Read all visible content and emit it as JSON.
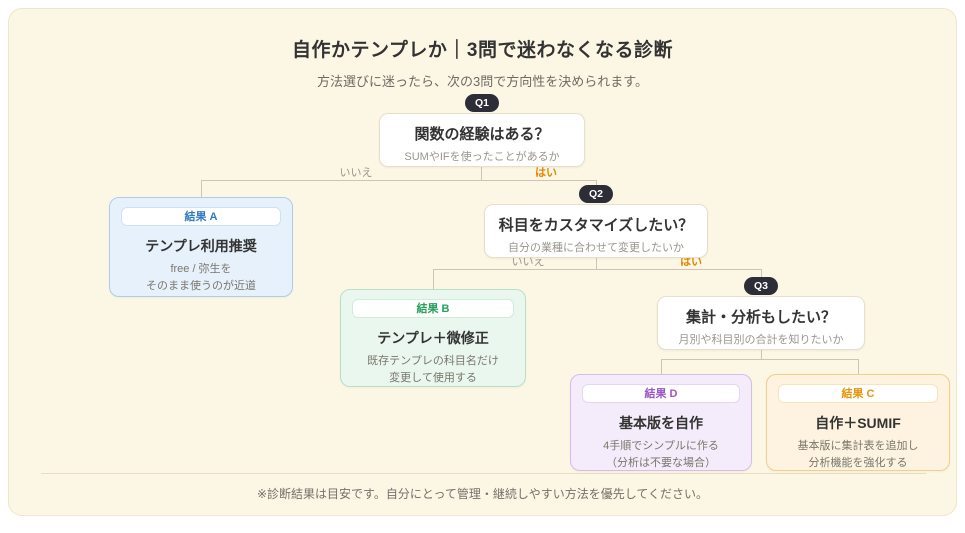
{
  "page": {
    "title": "自作かテンプレか｜3問で迷わなくなる診断",
    "subtitle": "方法選びに迷ったら、次の3問で方向性を決められます。",
    "footnote": "※診断結果は目安です。自分にとって管理・継続しやすい方法を優先してください。"
  },
  "branch_labels": {
    "no": "いいえ",
    "yes": "はい"
  },
  "questions": [
    {
      "badge": "Q1",
      "title": "関数の経験はある？",
      "subtitle": "SUMやIFを使ったことがあるか"
    },
    {
      "badge": "Q2",
      "title": "科目をカスタマイズしたい？",
      "subtitle": "自分の業種に合わせて変更したいか"
    },
    {
      "badge": "Q3",
      "title": "集計・分析もしたい？",
      "subtitle": "月別や科目別の合計を知りたいか"
    }
  ],
  "results": [
    {
      "label": "結果 A",
      "title": "テンプレ利用推奨",
      "desc": "free / 弥生を\nそのまま使うのが近道",
      "accent": "#2f7cc4"
    },
    {
      "label": "結果 B",
      "title": "テンプレ＋微修正",
      "desc": "既存テンプレの科目名だけ\n変更して使用する",
      "accent": "#27a05c"
    },
    {
      "label": "結果 D",
      "title": "基本版を自作",
      "desc": "4手順でシンプルに作る\n（分析は不要な場合）",
      "accent": "#9a55c8"
    },
    {
      "label": "結果 C",
      "title": "自作＋SUMIF",
      "desc": "基本版に集計表を追加し\n分析機能を強化する",
      "accent": "#e8940a"
    }
  ],
  "colors": {
    "card_bg": "#fcf6e5",
    "badge_bg": "#2d2d38",
    "line": "#ccc5b5",
    "yes_label": "#e08a00",
    "no_label": "#9a968d",
    "result_a_bg": "#e7f1fb",
    "result_b_bg": "#e9f7ee",
    "result_d_bg": "#f4ecfa",
    "result_c_bg": "#fdf3e0"
  }
}
